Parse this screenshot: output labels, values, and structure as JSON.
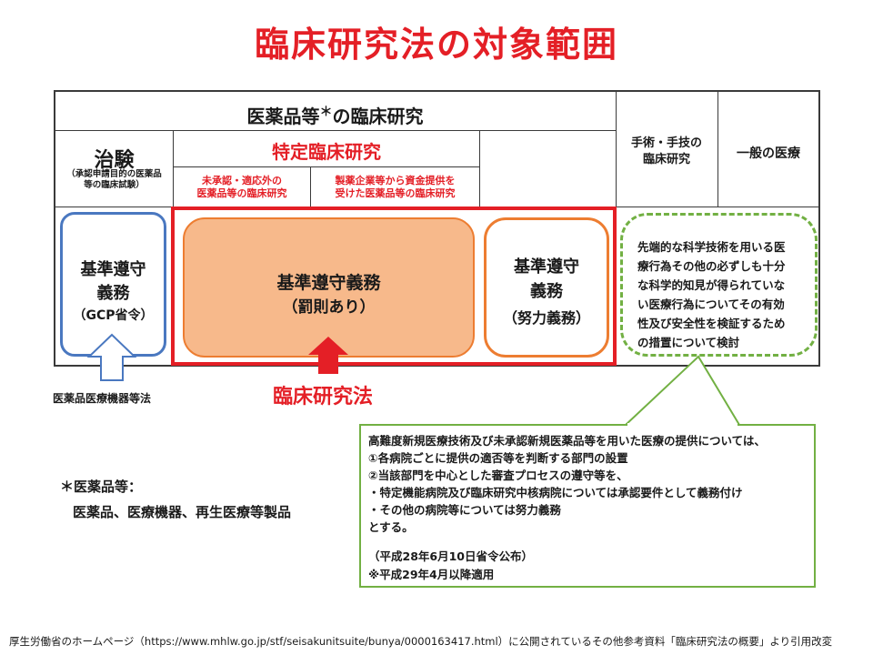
{
  "title": "臨床研究法の対象範囲",
  "header": {
    "main": "医薬品等",
    "main_mark": "＊",
    "main_suffix": "の臨床研究",
    "tokutei": "特定臨床研究",
    "sub_left_1": "未承認・適応外の",
    "sub_left_2": "医薬品等の臨床研究",
    "sub_right_1": "製薬企業等から資金提供を",
    "sub_right_2": "受けた医薬品等の臨床研究",
    "chiken": "治験",
    "chiken_sub_1": "（承認申請目的の医薬品",
    "chiken_sub_2": "等の臨床試験）",
    "shujutsu_1": "手術・手技の",
    "shujutsu_2": "臨床研究",
    "ippan": "一般の医療"
  },
  "boxes": {
    "gcp_1": "基準遵守",
    "gcp_2": "義務",
    "gcp_3": "（GCP省令）",
    "main_1": "基準遵守義務",
    "main_2": "（罰則あり）",
    "effort_1": "基準遵守",
    "effort_2": "義務",
    "effort_3": "（努力義務）",
    "green_lines": [
      "先端的な科学技術を用いる医",
      "療行為その他の必ずしも十分",
      "な科学的知見が得られていな",
      "い医療行為についてその有効",
      "性及び安全性を検証するため",
      "の措置について検討"
    ]
  },
  "labels": {
    "pmd_act": "医薬品医療機器等法",
    "clinical_act": "臨床研究法"
  },
  "callout_lines": [
    "高難度新規医療技術及び未承認新規医薬品等を用いた医療の提供については、",
    "①各病院ごとに提供の適否等を判断する部門の設置",
    "②当該部門を中心とした審査プロセスの遵守等を、",
    "・特定機能病院及び臨床研究中核病院については承認要件として義務付け",
    "・その他の病院等については努力義務",
    "とする。",
    "",
    "（平成28年6月10日省令公布）",
    "※平成29年4月以降適用"
  ],
  "notes": {
    "line1": "＊医薬品等：",
    "line2": "医薬品、医療機器、再生医療等製品"
  },
  "footer": "厚生労働省のホームページ（https://www.mhlw.go.jp/stf/seisakunitsuite/bunya/0000163417.html）に公開されているその他参考資料「臨床研究法の概要」より引用改変",
  "colors": {
    "red": "#e41f26",
    "orange_fill": "#f7b98b",
    "orange_border": "#ed7d31",
    "blue": "#4a78c0",
    "green": "#72b043"
  }
}
